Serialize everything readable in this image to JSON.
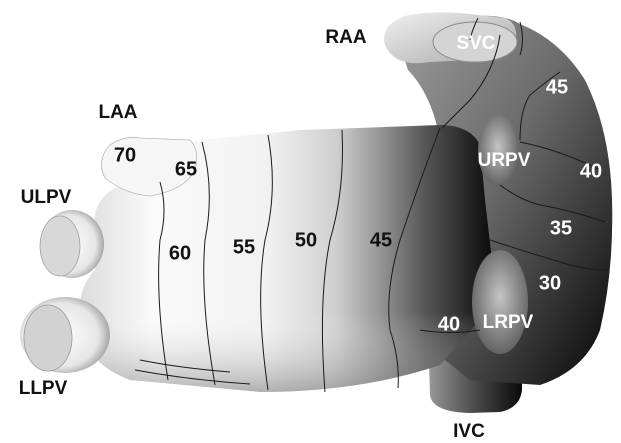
{
  "structures": [
    {
      "id": "raa",
      "text": "RAA",
      "tone": "dark"
    },
    {
      "id": "svc",
      "text": "SVC",
      "tone": "light"
    },
    {
      "id": "laa",
      "text": "LAA",
      "tone": "dark"
    },
    {
      "id": "ulpv",
      "text": "ULPV",
      "tone": "dark"
    },
    {
      "id": "urpv",
      "text": "URPV",
      "tone": "light"
    },
    {
      "id": "lrpv",
      "text": "LRPV",
      "tone": "light"
    },
    {
      "id": "llpv",
      "text": "LLPV",
      "tone": "dark"
    },
    {
      "id": "ivc",
      "text": "IVC",
      "tone": "dark"
    }
  ],
  "isochrone_labels": [
    {
      "id": "iso-70",
      "text": "70",
      "tone": "dark"
    },
    {
      "id": "iso-65",
      "text": "65",
      "tone": "dark"
    },
    {
      "id": "iso-60",
      "text": "60",
      "tone": "dark"
    },
    {
      "id": "iso-55",
      "text": "55",
      "tone": "dark"
    },
    {
      "id": "iso-50",
      "text": "50",
      "tone": "dark"
    },
    {
      "id": "iso-45-left",
      "text": "45",
      "tone": "dark"
    },
    {
      "id": "iso-45-right",
      "text": "45",
      "tone": "light"
    },
    {
      "id": "iso-40-right",
      "text": "40",
      "tone": "light"
    },
    {
      "id": "iso-35",
      "text": "35",
      "tone": "light"
    },
    {
      "id": "iso-30",
      "text": "30",
      "tone": "light"
    },
    {
      "id": "iso-40-lower",
      "text": "40",
      "tone": "light"
    }
  ],
  "colors": {
    "background": "#ffffff",
    "surface_light": "#f4f4f4",
    "surface_dark": "#0a0a0a",
    "contour_line": "#1a1a1a"
  }
}
